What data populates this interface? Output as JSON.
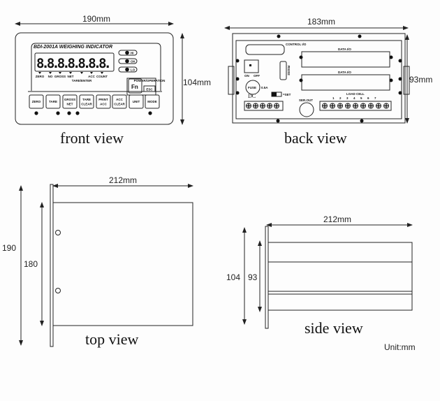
{
  "front_view": {
    "caption": "front view",
    "width_label": "190mm",
    "height_label": "104mm",
    "model_title": "BDI-2001A WEIGHING INDICATOR",
    "display_digits": "8.8.8.8.8.8.8.",
    "lamp_labels": [
      "ZERO",
      "NO",
      "GROSS",
      "NET",
      "TARE/ENTER",
      "ACC",
      "COUNT"
    ],
    "indicators": [
      "HI",
      "OK",
      "LO"
    ],
    "fn_label": "Fn",
    "power_label": "POWER/OPERATION",
    "esc_label": "ESC",
    "keys": [
      {
        "line1": "ZERO",
        "line2": ""
      },
      {
        "line1": "TARE",
        "line2": ""
      },
      {
        "line1": "GROSS",
        "line2": "NET"
      },
      {
        "line1": "TARE",
        "line2": "CLEAR"
      },
      {
        "line1": "PRINT",
        "line2": "ACC"
      },
      {
        "line1": "ACC",
        "line2": "CLEAR"
      },
      {
        "line1": "UNIT",
        "line2": ""
      },
      {
        "line1": "MODE",
        "line2": ""
      }
    ]
  },
  "back_view": {
    "caption": "back view",
    "width_label": "183mm",
    "height_label": "93mm",
    "control_io": "CONTROL I/O",
    "data_io_1": "DATA I/O",
    "data_io_2": "DATA I/O",
    "on": "ON",
    "off": "OFF",
    "fuse": "FUSE",
    "fuse_rating": "0.5A",
    "dc": "DC",
    "set": "=SET",
    "rs232": "RS232",
    "ser_out": "SER.OUT",
    "load_cell": "LOAD CELL",
    "load_cell_numbers": [
      "1",
      "2",
      "3",
      "4",
      "5",
      "6",
      "7"
    ]
  },
  "top_view": {
    "caption": "top view",
    "depth_label": "212mm",
    "outer_label": "190",
    "inner_label": "180"
  },
  "side_view": {
    "caption": "side view",
    "depth_label": "212mm",
    "outer_label": "104",
    "inner_label": "93"
  },
  "unit_note": "Unit:mm"
}
